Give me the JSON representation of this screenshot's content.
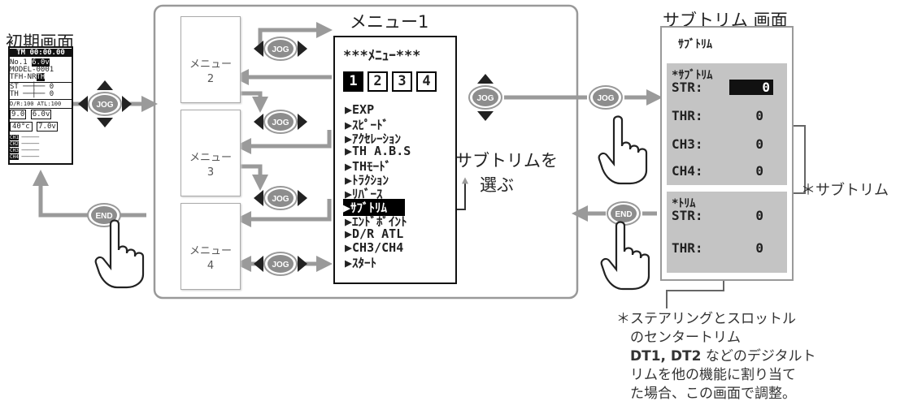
{
  "title_initial": "初期画面",
  "title_menu1": "メニュー1",
  "title_subtrim_screen": "サブトリム 画面",
  "initial_lcd": {
    "timer": "TM 00:00.00",
    "no": "No.1",
    "volt_badge": "6.0v",
    "model": "MODEL-0001",
    "tfh": "TFH-NR",
    "tfh_badge": "TH",
    "st": "ST",
    "st_val": "0",
    "th": "TH",
    "th_val": "0",
    "dr": "D/R:100 ATL:100",
    "val1": "9.0",
    "val2": "6.0v",
    "temp": "40°c",
    "val3": "7.0v",
    "ch1": "CH1",
    "ch2": "CH2",
    "ch3": "CH3",
    "ch4": "CH4"
  },
  "menus": {
    "m2_label": "メニュー",
    "m2_num": "2",
    "m3_label": "メニュー",
    "m3_num": "3",
    "m4_label": "メニュー",
    "m4_num": "4"
  },
  "menu1_lcd": {
    "header": "***ﾒﾆｭｰ***",
    "tabs": [
      "1",
      "2",
      "3",
      "4"
    ],
    "items": [
      "▶EXP",
      "▶ｽﾋﾟｰﾄﾞ",
      "▶ｱｸｾﾚｰｼｮﾝ",
      "▶TH A.B.S",
      "▶THﾓｰﾄﾞ",
      "▶ﾄﾗｸｼｮﾝ",
      "▶ﾘﾊﾞｰｽ",
      "▶ｻﾌﾞﾄﾘﾑ",
      "▶ｴﾝﾄﾞﾎﾟｲﾝﾄ",
      "▶D/R ATL",
      "▶CH3/CH4",
      "▶ｽﾀｰﾄ"
    ]
  },
  "select_note_1": "サブトリムを",
  "select_note_2": "選ぶ",
  "subtrim_lcd": {
    "title": "ｻﾌﾞﾄﾘﾑ",
    "group1_title": "*ｻﾌﾞﾄﾘﾑ",
    "str_label": "STR:",
    "str_val": "0",
    "thr_label": "THR:",
    "thr_val": "0",
    "ch3_label": "CH3:",
    "ch3_val": "0",
    "ch4_label": "CH4:",
    "ch4_val": "0",
    "group2_title": "*ﾄﾘﾑ",
    "str2_label": "STR:",
    "str2_val": "0",
    "thr2_label": "THR:",
    "thr2_val": "0"
  },
  "side_note": "＊サブトリム",
  "bottom_note": {
    "line1": "＊ステアリングとスロットル",
    "line2": "のセンタートリム",
    "line3_bold": "DT1, DT2",
    "line3_rest": " などのデジタルト",
    "line4": "リムを他の機能に割り当て",
    "line5": "た場合、この画面で調整。"
  },
  "buttons": {
    "jog": "JOG",
    "end": "END"
  },
  "colors": {
    "arrow": "#9a9a9a",
    "lcd_gray": "#c4c4c4",
    "button_fill": "#8d8d8d"
  }
}
